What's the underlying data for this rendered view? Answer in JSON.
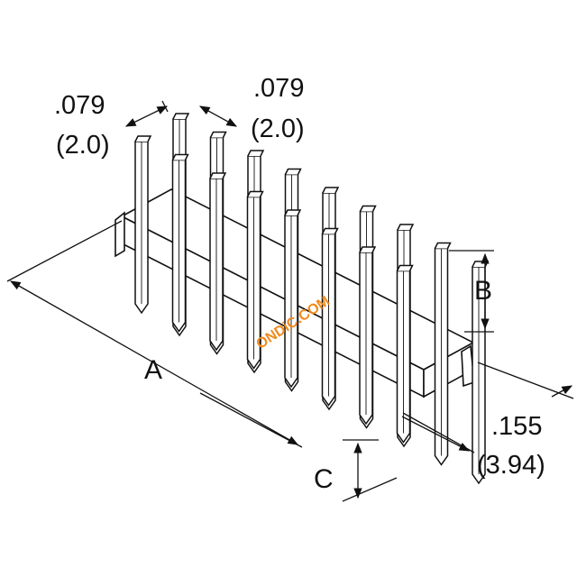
{
  "dimensions": {
    "pitch_left": {
      "inch": ".079",
      "mm": "(2.0)"
    },
    "pitch_right": {
      "inch": ".079",
      "mm": "(2.0)"
    },
    "row_to_body": {
      "inch": ".155",
      "mm": "(3.94)"
    },
    "label_a": "A",
    "label_b": "B",
    "label_c": "C"
  },
  "watermark": {
    "text": "ONDiC.COM",
    "color": "#f08a1c"
  },
  "pin_rows": {
    "back": 9,
    "front": 8
  }
}
